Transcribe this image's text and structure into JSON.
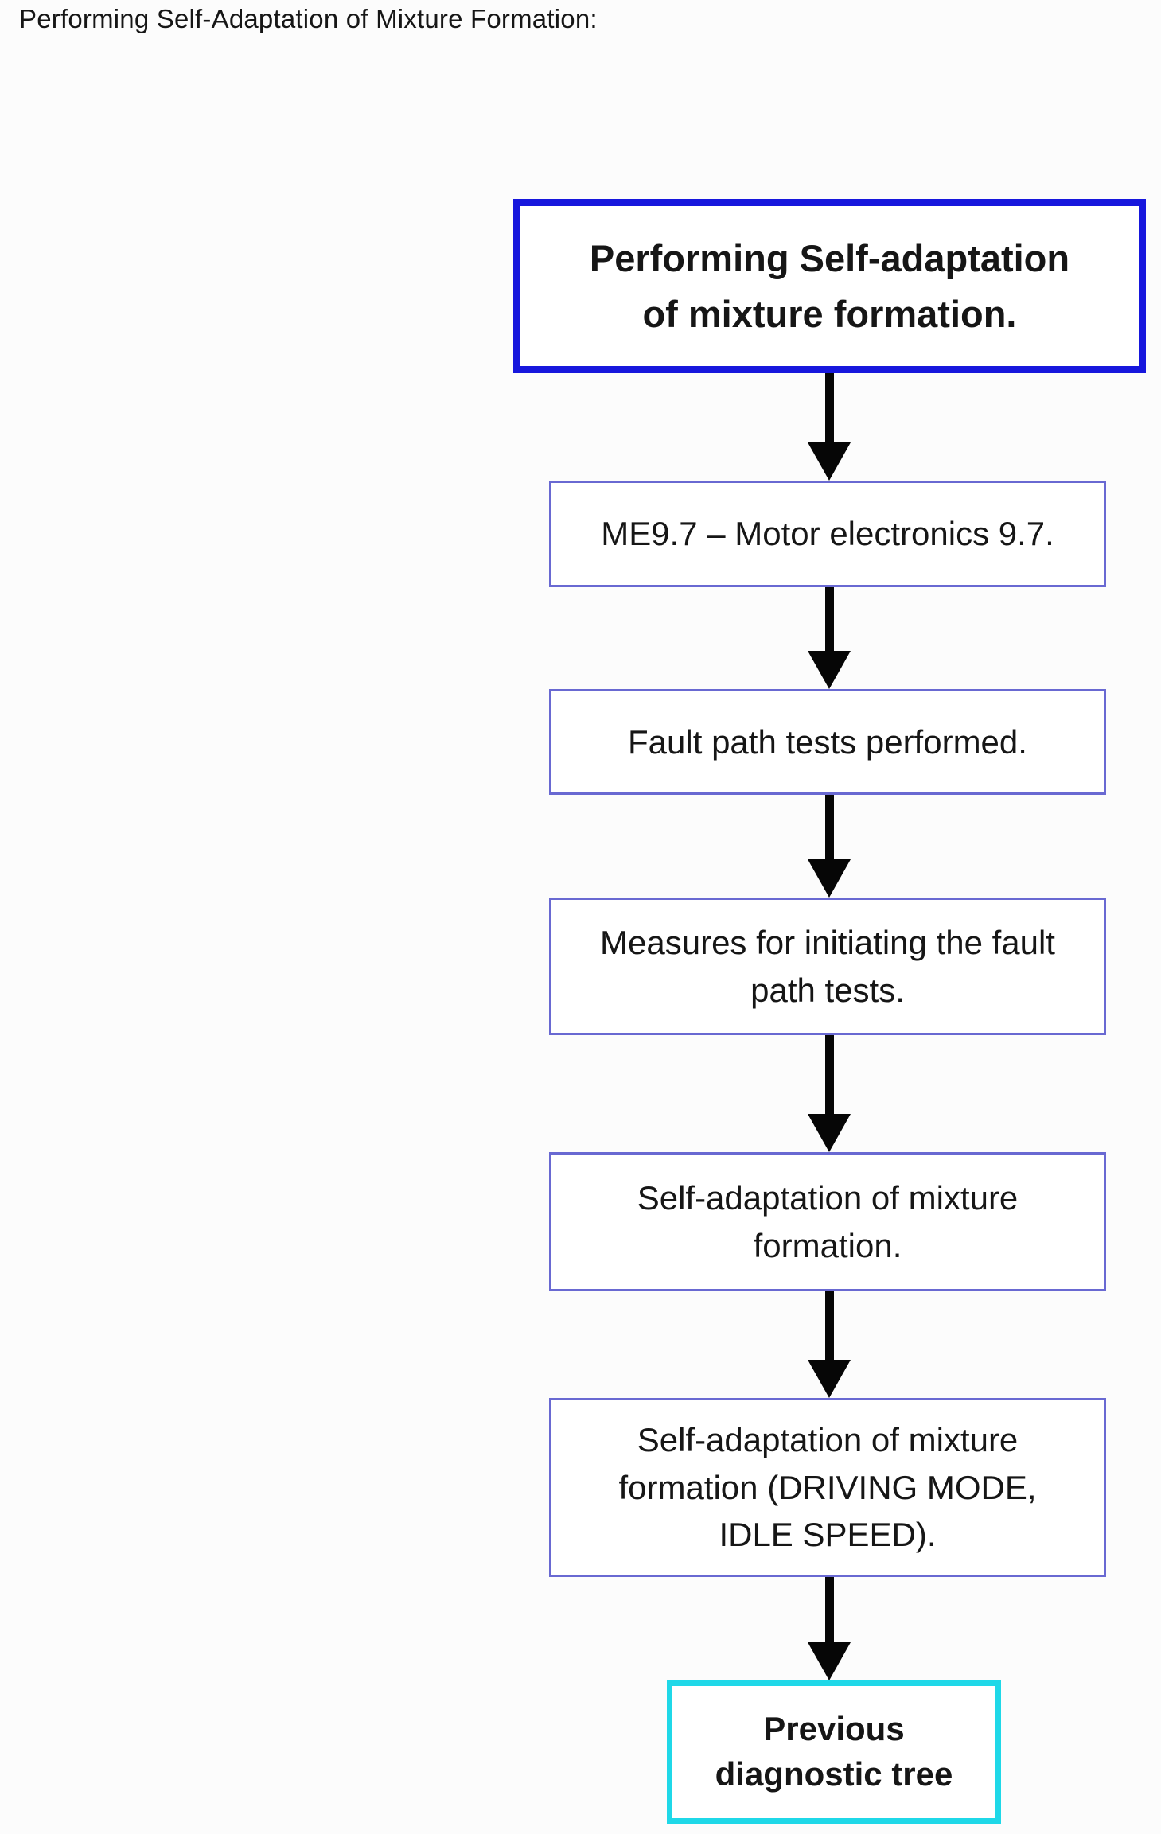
{
  "page": {
    "title": "Performing Self-Adaptation of Mixture Formation:"
  },
  "flowchart": {
    "direction": "top-down",
    "connector": {
      "icon": "arrow-down-icon",
      "color": "#060606",
      "count": 6
    },
    "nodes": [
      {
        "id": "start",
        "role": "title-node",
        "text": "Performing Self-adaptation\nof mixture formation.",
        "border_color": "#1717dd",
        "emphasis": "bold"
      },
      {
        "id": "me97",
        "role": "step",
        "text": "ME9.7 – Motor electronics 9.7.",
        "border_color": "#6969d2",
        "emphasis": "regular"
      },
      {
        "id": "fault-path-tests",
        "role": "step",
        "text": "Fault path tests performed.",
        "border_color": "#6969d2",
        "emphasis": "regular"
      },
      {
        "id": "measures",
        "role": "step",
        "text": "Measures for initiating the fault\npath tests.",
        "border_color": "#6969d2",
        "emphasis": "regular"
      },
      {
        "id": "self-adaptation",
        "role": "step",
        "text": "Self-adaptation of mixture\nformation.",
        "border_color": "#6969d2",
        "emphasis": "regular"
      },
      {
        "id": "self-adaptation-modes",
        "role": "step",
        "text": "Self-adaptation of mixture\nformation (DRIVING MODE,\nIDLE SPEED).",
        "border_color": "#6969d2",
        "emphasis": "regular"
      },
      {
        "id": "previous-diagnostic-tree",
        "role": "terminal",
        "text": "Previous\ndiagnostic tree",
        "border_color": "#1fd8e8",
        "emphasis": "bold"
      }
    ]
  },
  "colors": {
    "background": "#fcfcfc",
    "node_fill": "#ffffff",
    "text": "#161616",
    "primary_border": "#1717dd",
    "step_border": "#6969d2",
    "terminal_border": "#1fd8e8",
    "connector": "#060606"
  }
}
